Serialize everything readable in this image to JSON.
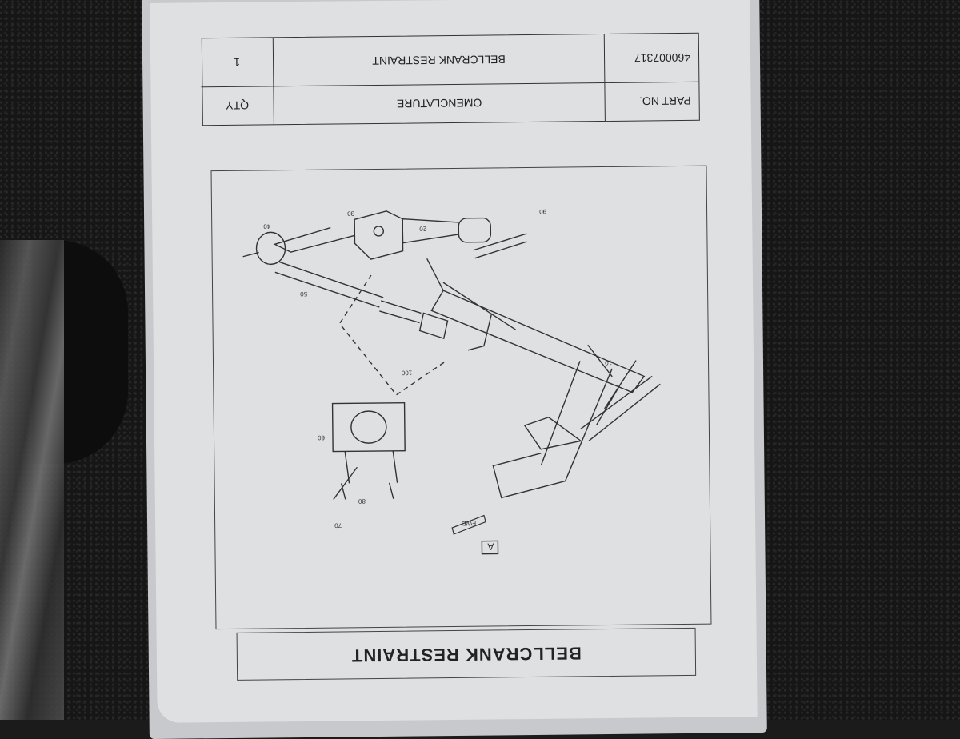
{
  "sheet": {
    "title": "BELLCRANK RESTRAINT",
    "table": {
      "headers": [
        "PART NO.",
        "OMENCLATURE",
        "QTY"
      ],
      "rows": [
        [
          "460007317",
          "BELLCRANK RESTRAINT",
          "1"
        ]
      ]
    },
    "figure": {
      "view_label": "A",
      "fwd_label": "FWD",
      "item_labels": [
        "10",
        "20",
        "30",
        "40",
        "50",
        "60",
        "70",
        "80",
        "90",
        "100"
      ]
    }
  }
}
